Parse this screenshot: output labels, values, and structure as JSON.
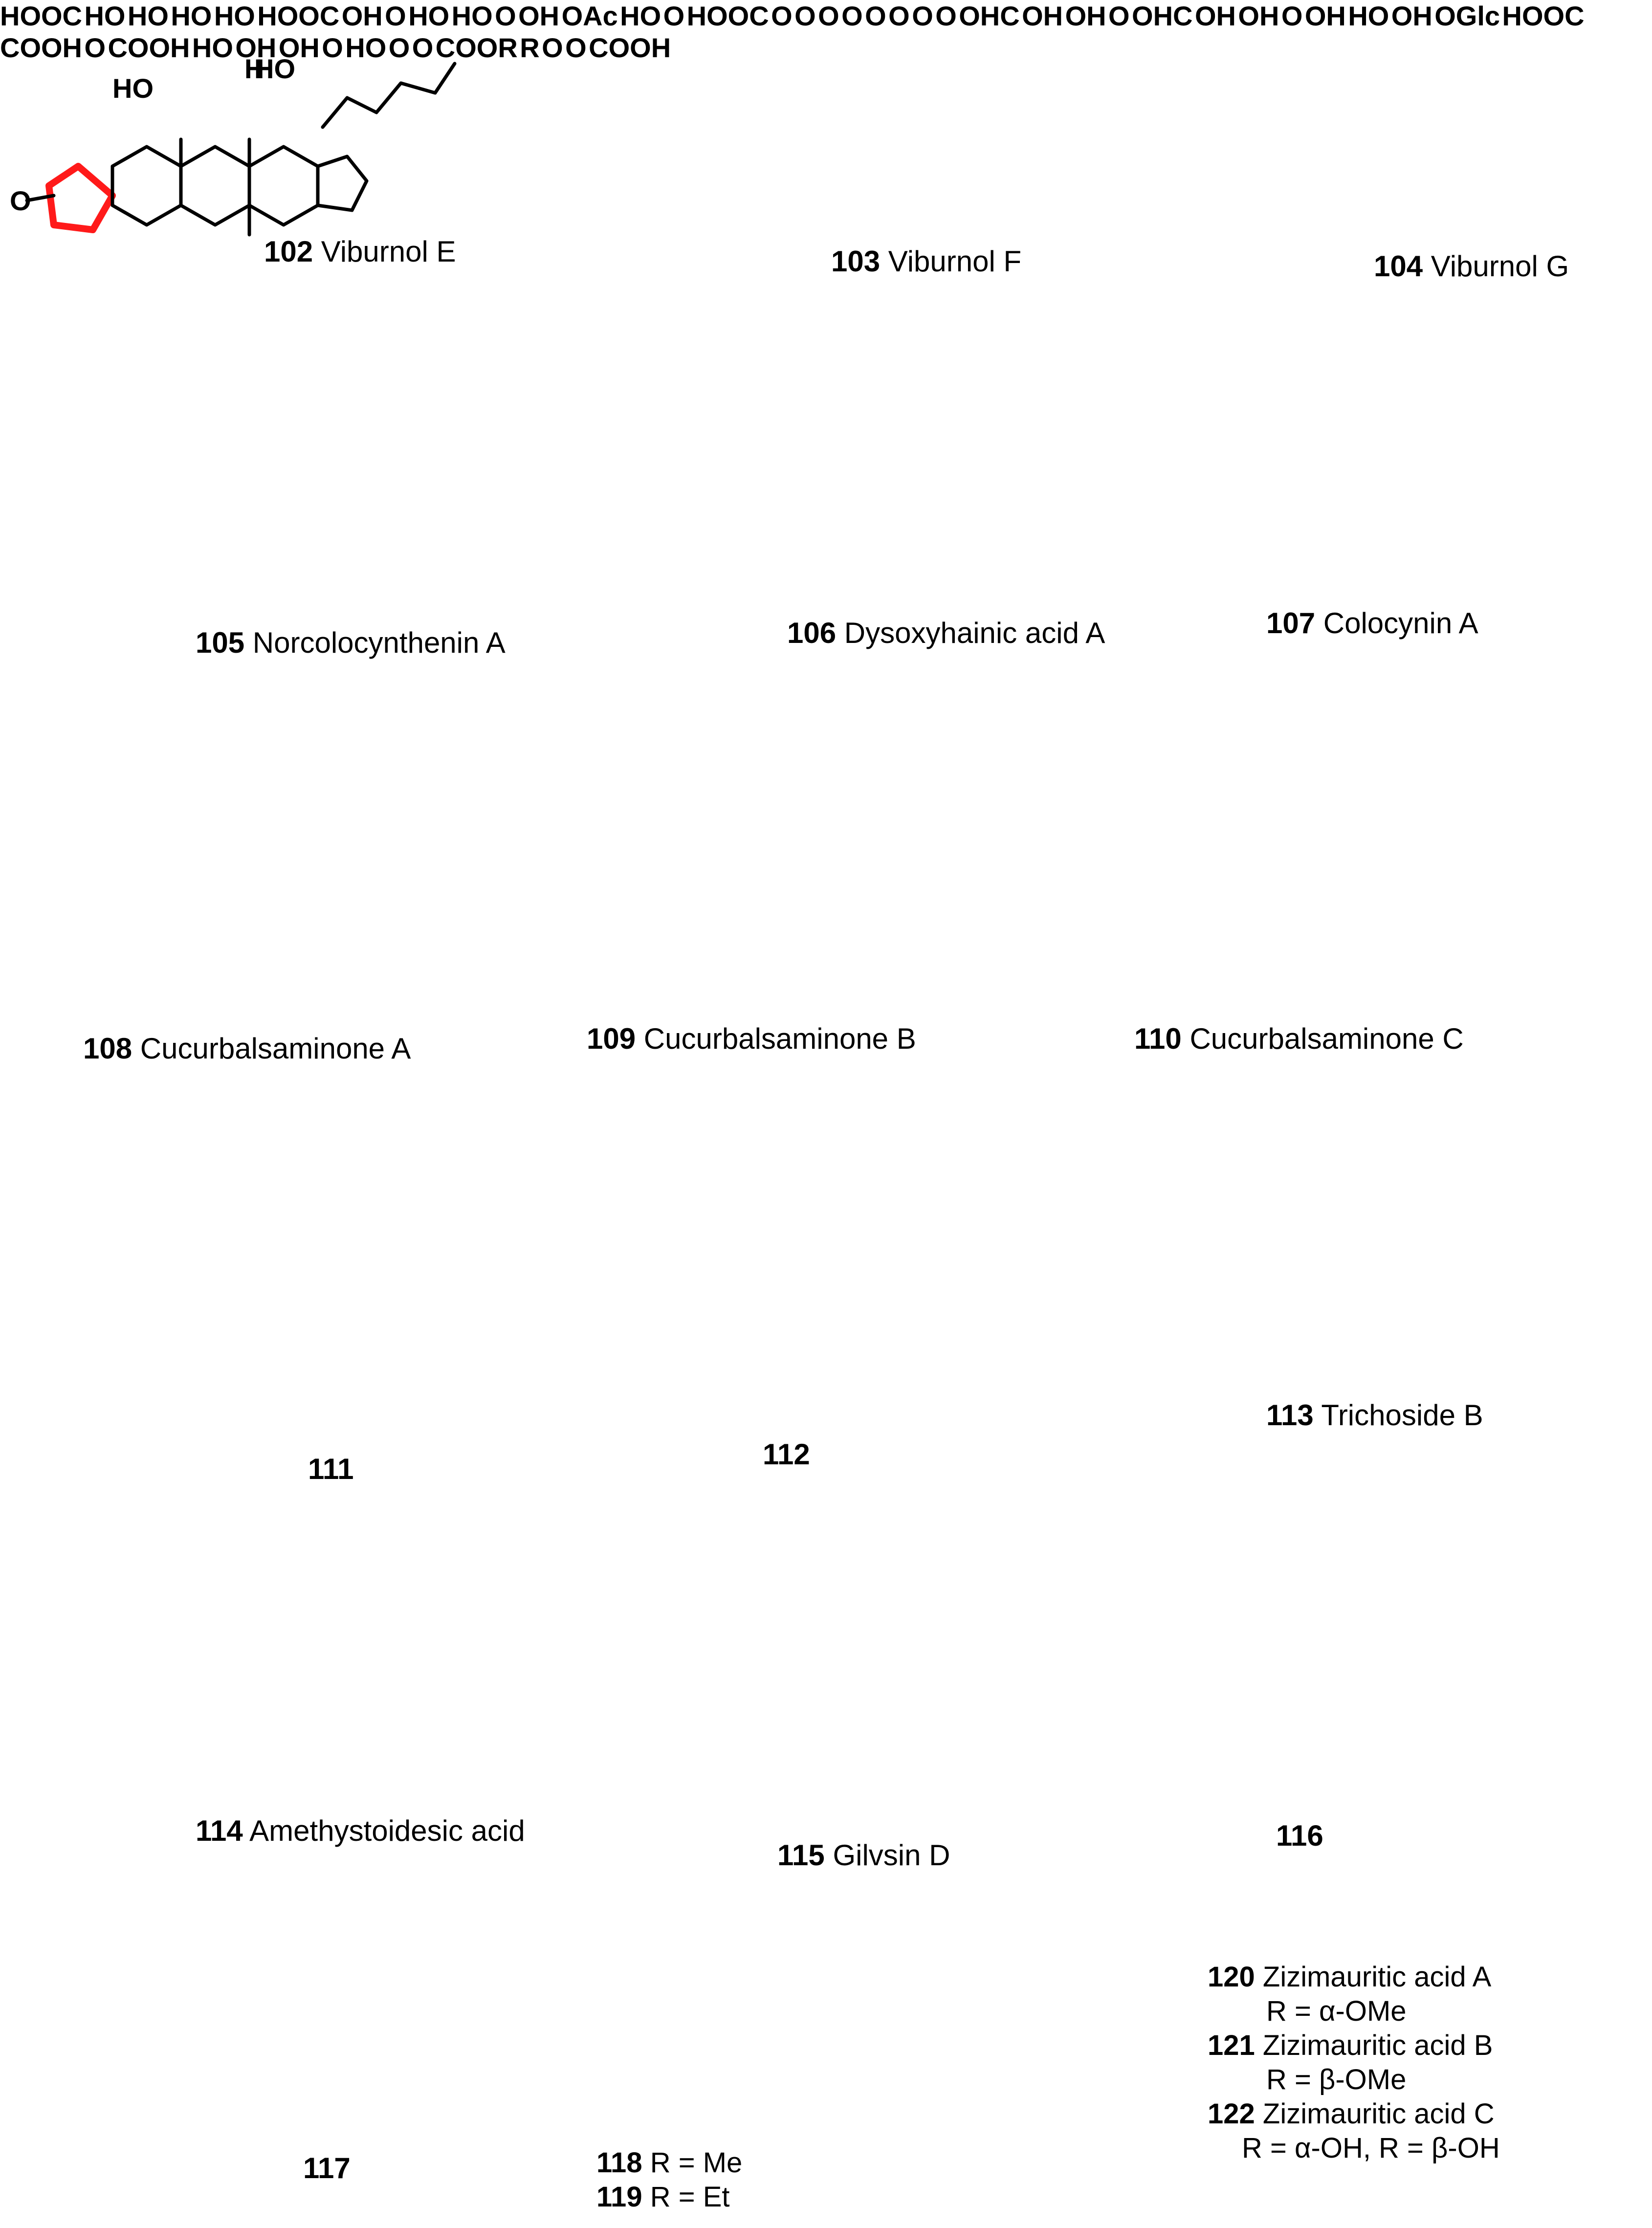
{
  "compounds": [
    {
      "num": "102",
      "name": "Viburnol E"
    },
    {
      "num": "103",
      "name": "Viburnol F"
    },
    {
      "num": "104",
      "name": "Viburnol G"
    },
    {
      "num": "105",
      "name": "Norcolocynthenin A"
    },
    {
      "num": "106",
      "name": "Dysoxyhainic acid A"
    },
    {
      "num": "107",
      "name": "Colocynin A"
    },
    {
      "num": "108",
      "name": "Cucurbalsaminone A"
    },
    {
      "num": "109",
      "name": "Cucurbalsaminone B"
    },
    {
      "num": "110",
      "name": "Cucurbalsaminone C"
    },
    {
      "num": "111",
      "name": ""
    },
    {
      "num": "112",
      "name": ""
    },
    {
      "num": "113",
      "name": "Trichoside B"
    },
    {
      "num": "114",
      "name": "Amethystoidesic acid"
    },
    {
      "num": "115",
      "name": "Gilvsin D"
    },
    {
      "num": "116",
      "name": ""
    },
    {
      "num": "117",
      "name": ""
    }
  ],
  "labels": {
    "ho": "HO",
    "oh": "OH",
    "h": "H",
    "o": "O",
    "hooc": "HOOC",
    "cooh": "COOH",
    "oac": "OAc",
    "ohc": "OHC",
    "oglc": "OGlc",
    "coor": "COOR",
    "r": "R"
  },
  "r_groups": {
    "c118": {
      "num": "118",
      "text": "R = Me"
    },
    "c119": {
      "num": "119",
      "text": "R = Et"
    },
    "c120": {
      "num": "120",
      "name": "Zizimauritic acid A",
      "r": "R = α-OMe"
    },
    "c121": {
      "num": "121",
      "name": "Zizimauritic acid B",
      "r": "R = β-OMe"
    },
    "c122": {
      "num": "122",
      "name": "Zizimauritic acid C",
      "r": "R = α-OH, R = β-OH"
    }
  },
  "colors": {
    "highlight_ring": "#ff1a1a",
    "bond": "#000000",
    "background": "#ffffff"
  }
}
